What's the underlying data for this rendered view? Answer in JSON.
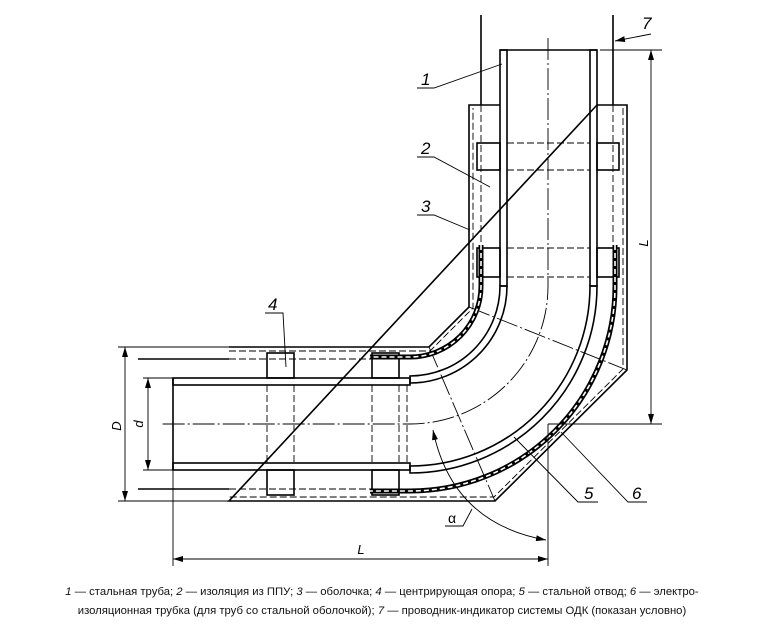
{
  "figure": {
    "labels": {
      "p1": "1",
      "p2": "2",
      "p3": "3",
      "p4": "4",
      "p5": "5",
      "p6": "6",
      "p7": "7",
      "alpha": "α"
    },
    "dimensions": {
      "L_vertical": "L",
      "L_horizontal": "L",
      "D": "D",
      "d": "d"
    }
  },
  "caption": {
    "line1": [
      {
        "num": "1",
        "text": " — стальная труба; "
      },
      {
        "num": "2",
        "text": " — изоляция из ППУ; "
      },
      {
        "num": "3",
        "text": " — оболочка; "
      },
      {
        "num": "4",
        "text": " — центрирующая опора; "
      },
      {
        "num": "5",
        "text": " — стальной отвод; "
      },
      {
        "num": "6",
        "text": " — электро-"
      }
    ],
    "line2": [
      {
        "num": "",
        "text": "изоляционная трубка (для труб со стальной оболочкой); "
      },
      {
        "num": "7",
        "text": " — проводник-индикатор системы ОДК (показан условно)"
      }
    ]
  }
}
